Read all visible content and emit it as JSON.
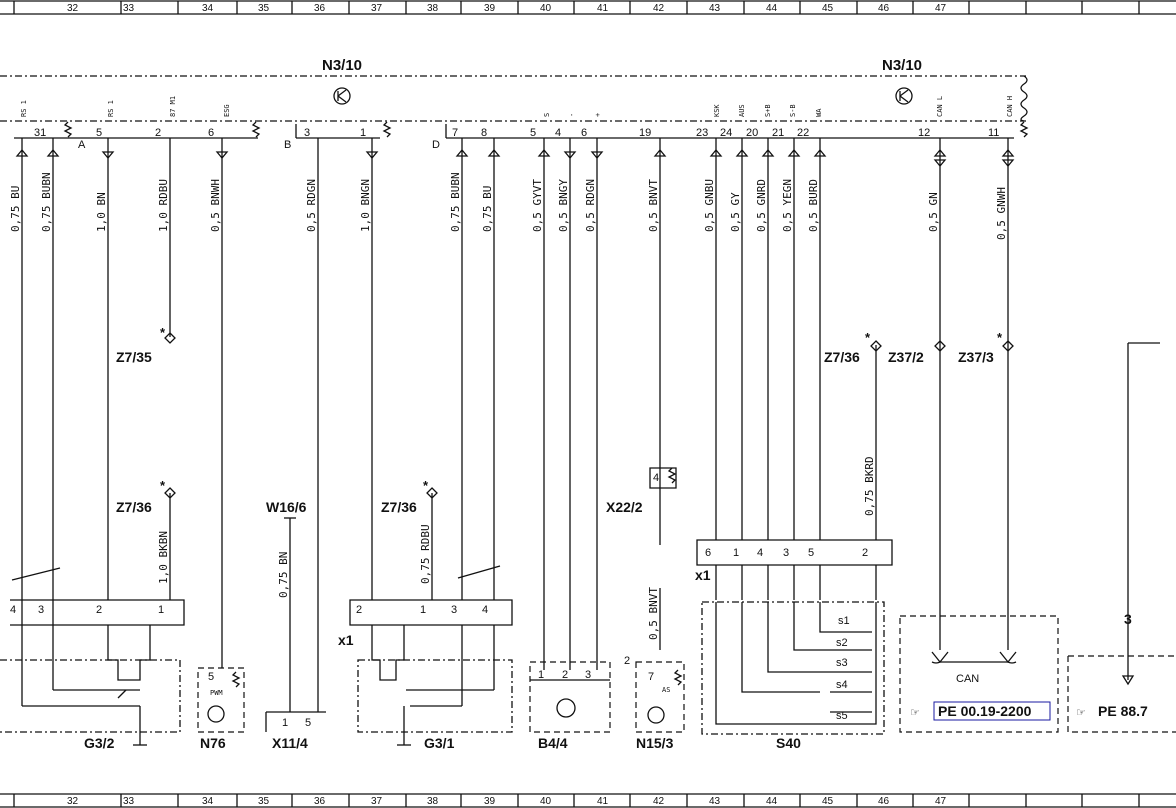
{
  "ruler": {
    "columns": [
      "32",
      "33",
      "34",
      "35",
      "36",
      "37",
      "38",
      "39",
      "40",
      "41",
      "42",
      "43",
      "44",
      "45",
      "46",
      "47"
    ]
  },
  "control_unit": {
    "label_left": "N3/10",
    "label_right": "N3/10",
    "connectors": [
      "A",
      "B",
      "D"
    ]
  },
  "pins": [
    {
      "num": "31",
      "label": "RS 1"
    },
    {
      "num": "5",
      "label": "RS 1"
    },
    {
      "num": "2",
      "label": "87 M1"
    },
    {
      "num": "6",
      "label": "ESG"
    },
    {
      "num": "3",
      "label": ""
    },
    {
      "num": "1",
      "label": ""
    },
    {
      "num": "7",
      "label": ""
    },
    {
      "num": "8",
      "label": ""
    },
    {
      "num": "5",
      "label": "S"
    },
    {
      "num": "4",
      "label": "-"
    },
    {
      "num": "6",
      "label": "+"
    },
    {
      "num": "19",
      "label": ""
    },
    {
      "num": "23",
      "label": ""
    },
    {
      "num": "24",
      "label": "KSK"
    },
    {
      "num": "20",
      "label": "AUS"
    },
    {
      "num": "21",
      "label": "S+B"
    },
    {
      "num": "22",
      "label": "S-B"
    },
    {
      "num": "",
      "label": "WA"
    },
    {
      "num": "12",
      "label": "CAN L"
    },
    {
      "num": "11",
      "label": "CAN H"
    }
  ],
  "wires": [
    "0,75 BU",
    "0,75 BUBN",
    "1,0 BN",
    "1,0 RDBU",
    "0,5 BNWH",
    "0,5 RDGN",
    "1,0 BNGN",
    "0,75 BUBN",
    "0,75 BU",
    "0,5 GYVT",
    "0,5 BNGY",
    "0,5 RDGN",
    "0,5 BNVT",
    "0,5 GNBU",
    "0,5 GY",
    "0,5 GNRD",
    "0,5 YEGN",
    "0,5 BURD",
    "0,5 GN",
    "0,5 GNWH",
    "1,0 BKBN",
    "0,75 BN",
    "0,75 RDBU",
    "0,5 BNVT",
    "0,75 BKRD"
  ],
  "splices": [
    "Z7/35",
    "Z7/36",
    "Z7/36",
    "Z7/36",
    "Z37/2",
    "Z37/3"
  ],
  "connector_refs": [
    "W16/6",
    "X22/2",
    "x1",
    "x1"
  ],
  "components": [
    "G3/2",
    "N76",
    "X11/4",
    "G3/1",
    "B4/4",
    "N15/3",
    "S40"
  ],
  "component_texts": {
    "n76_pin": "PWM",
    "n15_pin": "AS",
    "can_box": "CAN",
    "s40_switches": [
      "s1",
      "s2",
      "s3",
      "s4",
      "s5"
    ]
  },
  "lower_pins": {
    "g32": [
      "4",
      "3",
      "2",
      "1"
    ],
    "g31": [
      "2",
      "1",
      "3",
      "4"
    ],
    "s40": [
      "6",
      "1",
      "4",
      "3",
      "5",
      "2"
    ],
    "n76": [
      "5"
    ],
    "x114": [
      "1",
      "5"
    ],
    "b44": [
      "1",
      "2",
      "3"
    ],
    "n153": [
      "7",
      "2"
    ],
    "x222": [
      "4"
    ]
  },
  "references": {
    "can_ref": "PE 00.19-2200",
    "right_ref": "PE 88.7",
    "right_wire_num": "3"
  },
  "markers": {
    "asterisk": "*"
  }
}
